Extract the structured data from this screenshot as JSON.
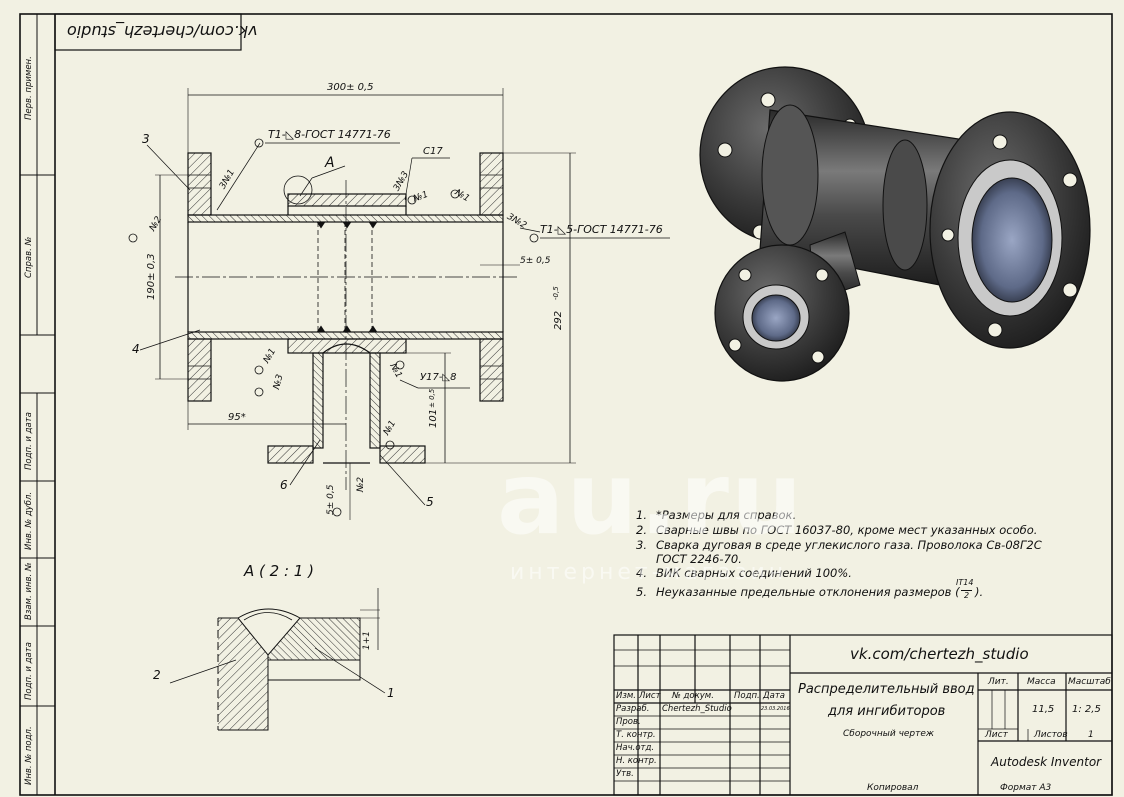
{
  "stamp_top": "vk.com/chertezh_studio",
  "side_strip": [
    "Перв. примен.",
    "Справ. №",
    "Подп. и дата",
    "Инв. № дубл.",
    "Взам. инв. №",
    "Подп. и дата",
    "Инв. № подл."
  ],
  "dims": {
    "d300": "300± 0,5",
    "d190": "190± 0,3",
    "d292": "292",
    "d292_tol": "-0,5",
    "d5a": "5± 0,5",
    "d95": "95*",
    "d101": "101",
    "d101_tol": "± 0,5",
    "d5b": "5± 0,5"
  },
  "weld_labels": {
    "t1_8": "Т1-◺8-ГОСТ 14771-76",
    "t1_5": "Т1-◺5-ГОСТ 14771-76",
    "c17": "С17",
    "u17": "У17-◺8",
    "n1": "№1",
    "n2": "№2",
    "n3": "№3",
    "three_n1": "3№1",
    "three_n2": "3№2",
    "three_n3": "3№3"
  },
  "positions": [
    "3",
    "4",
    "6",
    "5",
    "2",
    "1"
  ],
  "view_a": "А",
  "detail_title": "А ( 2 : 1 )",
  "detail_dim": "1+1",
  "notes": [
    {
      "n": "1.",
      "text": "*Размеры для справок."
    },
    {
      "n": "2.",
      "text": "Сварные швы по ГОСТ 16037-80, кроме мест указанных особо."
    },
    {
      "n": "3.",
      "text": "Сварка дуговая в среде углекислого газа. Проволока Св-08Г2С"
    },
    {
      "n": "",
      "text": "ГОСТ 2246-70."
    },
    {
      "n": "4.",
      "text": "ВИК сварных соединений 100%."
    },
    {
      "n": "5.",
      "text": "Неуказанные предельные отклонения размеров ("
    },
    {
      "n": "",
      "text": ")."
    }
  ],
  "note5_fraction": {
    "num": "IT14",
    "den": "2"
  },
  "title_block": {
    "header": "vk.com/chertezh_studio",
    "name_line1": "Распределительный ввод",
    "name_line2": "для ингибиторов",
    "doc_type": "Сборочный чертеж",
    "col_headers": [
      "Изм.",
      "Лист",
      "№ докум.",
      "Подп.",
      "Дата"
    ],
    "row_labels": [
      "Разраб.",
      "Пров.",
      "Т. контр.",
      "Нач.отд.",
      "Н. контр.",
      "Утв."
    ],
    "developer": "Chertezh_Studio",
    "date": "23.03.2016",
    "lit_label": "Лит.",
    "mass_label": "Масса",
    "scale_label": "Масштаб",
    "mass": "11,5",
    "scale": "1: 2,5",
    "sheet_label": "Лист",
    "sheets_label": "Листов",
    "sheets": "1",
    "software": "Autodesk Inventor",
    "copied": "Копировал",
    "format": "Формат А3"
  },
  "watermark": {
    "big": "au.ru",
    "small": "интернет-магазин"
  },
  "colors": {
    "paper": "#f2f1e3",
    "line": "#111111",
    "hatch": "#333333",
    "metal": "#3c3c3c"
  }
}
